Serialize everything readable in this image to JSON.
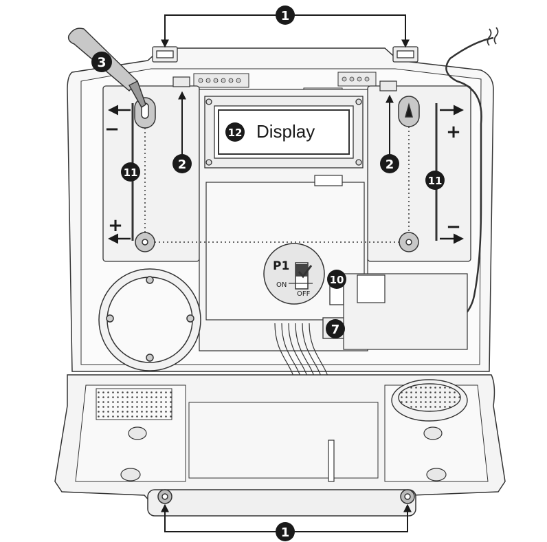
{
  "callouts": {
    "c1_top": "1",
    "c1_bottom": "1",
    "c2_left": "2",
    "c2_right": "2",
    "c3": "3",
    "c7": "7",
    "c10": "10",
    "c11_left": "11",
    "c11_right": "11",
    "c12": "12"
  },
  "display_label": "Display",
  "polarity": {
    "left_top": "−",
    "left_bottom": "+",
    "right_top": "+",
    "right_bottom": "−"
  },
  "jumper": {
    "name": "P1",
    "on": "ON",
    "off": "OFF"
  },
  "colors": {
    "line": "#333333",
    "callout_fill": "#1a1a1a",
    "callout_text": "#ffffff",
    "housing": "#f4f4f4",
    "shade": "#d9d9d9"
  }
}
